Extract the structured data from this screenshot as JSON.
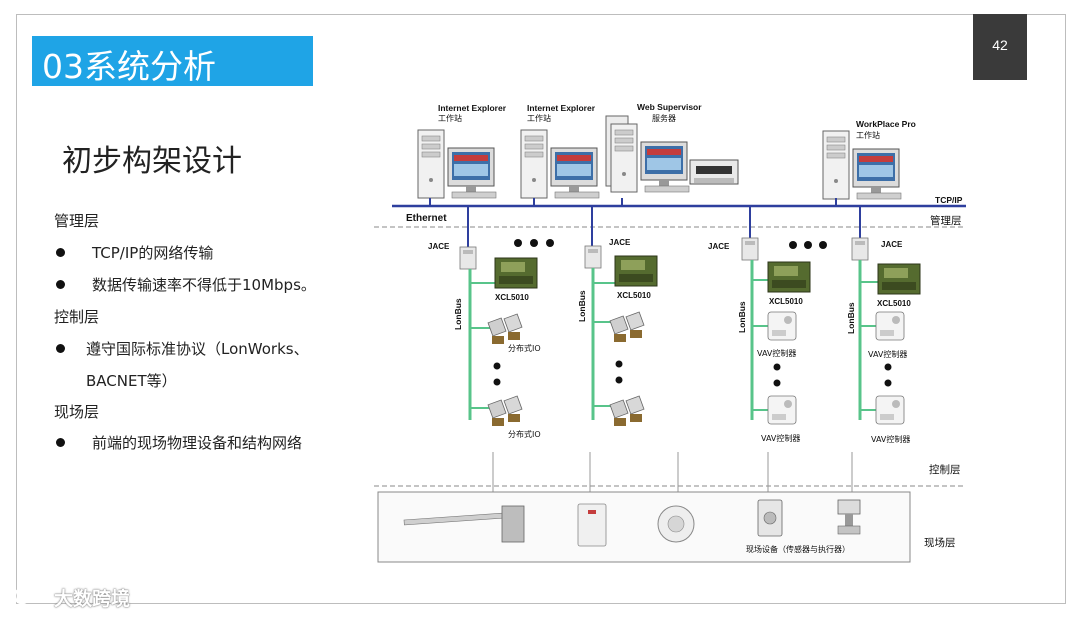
{
  "slide": {
    "title": "03系统分析",
    "page_number": "42",
    "subtitle": "初步构架设计"
  },
  "bullets": {
    "mgmt_heading": "管理层",
    "mgmt_items": [
      "TCP/IP的网络传输",
      "数据传输速率不得低于10Mbps。"
    ],
    "ctrl_heading": "控制层",
    "ctrl_item_line1": "遵守国际标准协议（LonWorks、",
    "ctrl_item_line2": "BACNET等）",
    "field_heading": "现场层",
    "field_items": [
      "前端的现场物理设备和结构网络"
    ]
  },
  "diagram": {
    "workstations": [
      {
        "name": "Internet Explorer",
        "sub": "工作站"
      },
      {
        "name": "Internet Explorer",
        "sub": "工作站"
      },
      {
        "name": "Web Supervisor",
        "sub": "服务器"
      },
      {
        "name": "WorkPlace Pro",
        "sub": "工作站"
      }
    ],
    "tcpip_label": "TCP/IP",
    "ethernet_label": "Ethernet",
    "layer_mgmt": "管理层",
    "layer_ctrl": "控制层",
    "layer_field": "现场层",
    "jace": "JACE",
    "lonbus": "LonBus",
    "xcl": "XCL5010",
    "dist_io": "分布式IO",
    "vav": "VAV控制器",
    "field_devices": "现场设备（传感器与执行器）"
  },
  "watermark": "大数跨境",
  "colors": {
    "title_bg": "#1fa4e6",
    "page_num_bg": "#3a3a3a",
    "ethernet_line": "#2e3f9e",
    "lonbus_line": "#58c48a"
  }
}
